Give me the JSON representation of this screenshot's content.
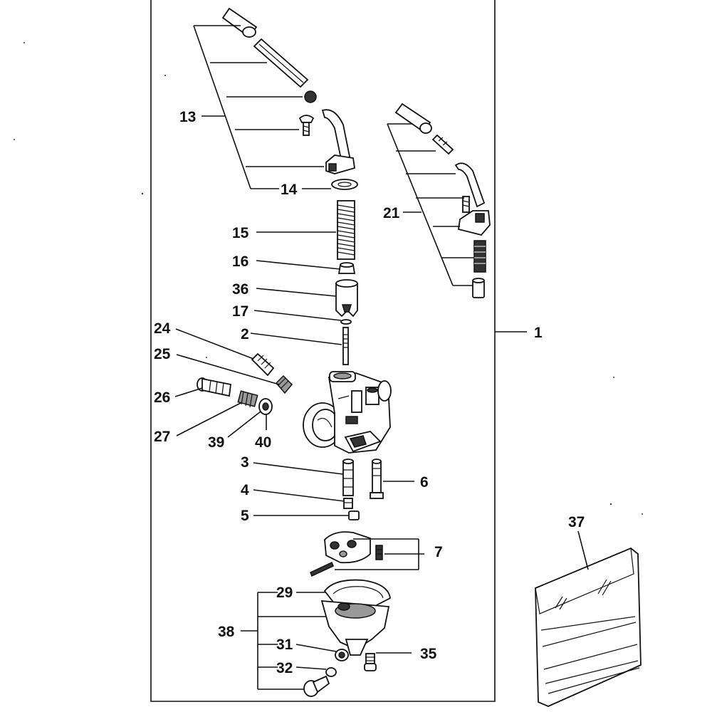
{
  "callouts": {
    "c1": "1",
    "c2": "2",
    "c3": "3",
    "c4": "4",
    "c5": "5",
    "c6": "6",
    "c7": "7",
    "c13": "13",
    "c14": "14",
    "c15": "15",
    "c16": "16",
    "c17": "17",
    "c21": "21",
    "c24": "24",
    "c25": "25",
    "c26": "26",
    "c27": "27",
    "c29": "29",
    "c31": "31",
    "c32": "32",
    "c35": "35",
    "c36": "36",
    "c37": "37",
    "c38": "38",
    "c39": "39",
    "c40": "40"
  }
}
